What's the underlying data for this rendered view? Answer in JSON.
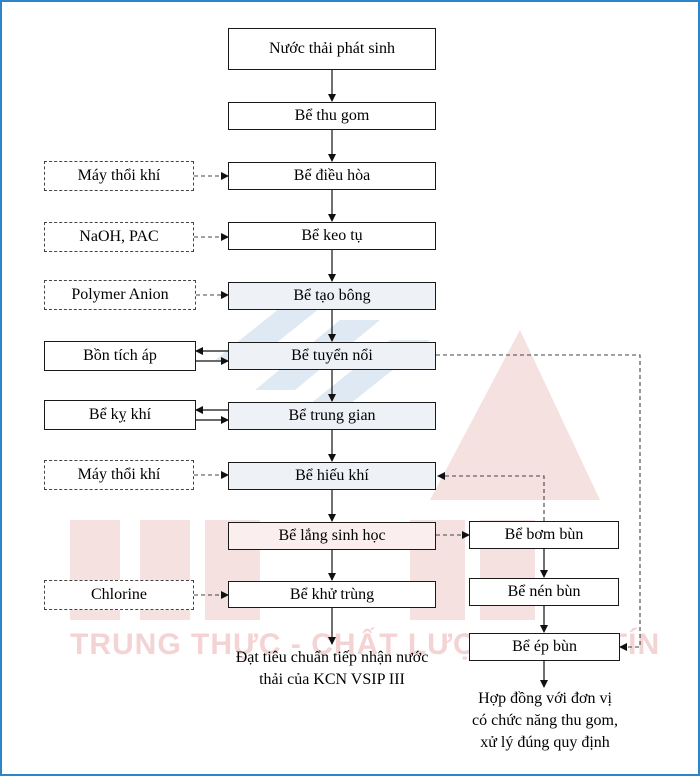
{
  "colors": {
    "frame": "#2e86c8",
    "watermark_red": "#f4d6d6",
    "watermark_blue": "#dfe9f3"
  },
  "watermark": {
    "text": "TRUNG THỰC - CHẤT LƯỢNG - UY TÍN"
  },
  "main_flow": {
    "source": "Nước thải phát sinh",
    "collection": "Bể thu gom",
    "equalization": "Bể điều hòa",
    "coagulation": "Bể keo tụ",
    "flocculation": "Bể tạo bông",
    "flotation": "Bể tuyển nổi",
    "intermediate": "Bể trung gian",
    "aerobic": "Bể hiếu khí",
    "sedimentation": "Bể lắng sinh học",
    "disinfection": "Bể khử trùng"
  },
  "side_inputs": {
    "blower_1": "Máy thổi khí",
    "naoh_pac": "NaOH, PAC",
    "polymer": "Polymer Anion",
    "pressure_tank": "Bồn tích áp",
    "anaerobic": "Bể kỵ khí",
    "blower_2": "Máy thổi khí",
    "chlorine": "Chlorine"
  },
  "sludge": {
    "pump": "Bể bơm bùn",
    "thickener": "Bể nén bùn",
    "press": "Bể ép bùn"
  },
  "outputs": {
    "discharge_line1": "Đạt tiêu chuẩn tiếp nhận nước",
    "discharge_line2": "thải của KCN VSIP III",
    "contract_line1": "Hợp đồng với đơn vị",
    "contract_line2": "có chức năng thu gom,",
    "contract_line3": "xử lý đúng quy định"
  }
}
